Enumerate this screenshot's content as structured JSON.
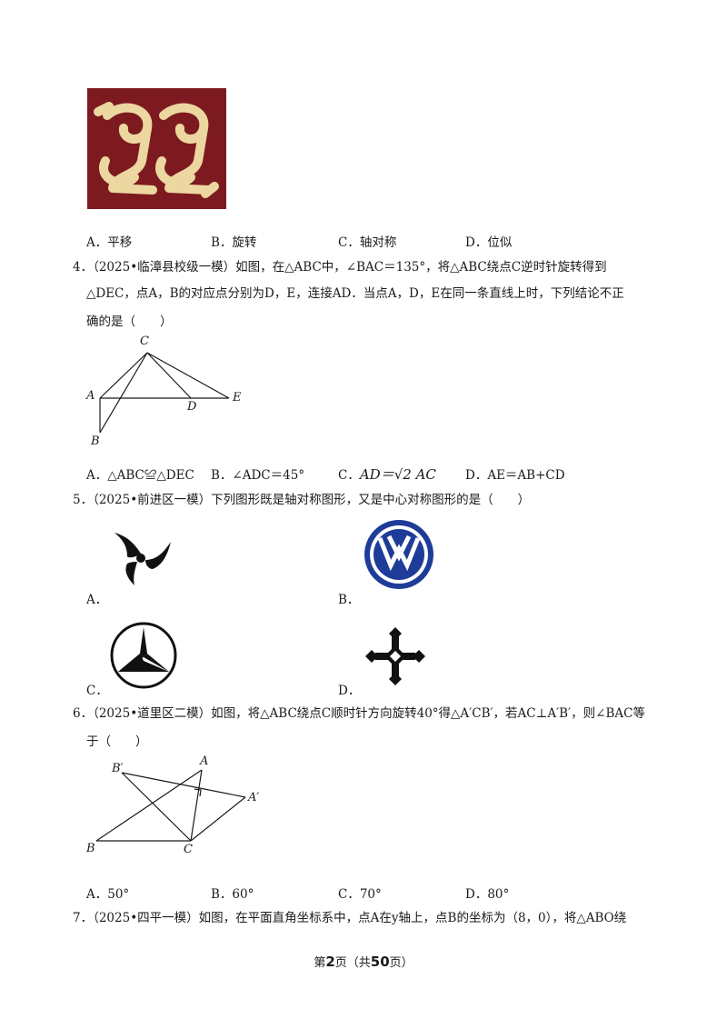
{
  "q3": {
    "options": {
      "a": "A．平移",
      "b": "B．旋转",
      "c": "C．轴对称",
      "d": "D．位似"
    },
    "colors": {
      "bg": "#7d1a20",
      "pattern": "#ecd7a0"
    }
  },
  "q4": {
    "line1": "4．（2025•临漳县校级一模）如图，在△ABC中，∠BAC＝135°，将△ABC绕点C逆时针旋转得到",
    "line2": "△DEC，点A，B的对应点分别为D，E，连接AD．当点A，D，E在同一条直线上时，下列结论不正",
    "line3": "确的是（　　）",
    "labels": {
      "a": "A",
      "b": "B",
      "c": "C",
      "d": "D",
      "e": "E"
    },
    "options": {
      "a": "A．△ABC≌△DEC",
      "b": "B．∠ADC＝45°",
      "c_prefix": "C．",
      "c_expr": "AD＝√2 AC",
      "d": "D．AE＝AB+CD"
    }
  },
  "q5": {
    "line1": "5．（2025•前进区一模）下列图形既是轴对称图形，又是中心对称图形的是（　　）",
    "options": {
      "a": "A．",
      "b": "B．",
      "c": "C．",
      "d": "D．"
    },
    "colors": {
      "vw": "#1e3c98"
    }
  },
  "q6": {
    "line1": "6．（2025•道里区二模）如图，将△ABC绕点C顺时针方向旋转40°得△A′CB′，若AC⊥A′B′，则∠BAC等",
    "line2": "于（　　）",
    "labels": {
      "a": "A",
      "b": "B",
      "c": "C",
      "a2": "A′",
      "b2": "B′"
    },
    "options": {
      "a": "A．50°",
      "b": "B．60°",
      "c": "C．70°",
      "d": "D．80°"
    }
  },
  "q7": {
    "line1": "7．（2025•四平一模）如图，在平面直角坐标系中，点A在y轴上，点B的坐标为（8，0），将△ABO绕"
  },
  "footer": {
    "prefix": "第",
    "page": "2",
    "mid": "页（共",
    "total": "50",
    "suffix": "页）"
  }
}
